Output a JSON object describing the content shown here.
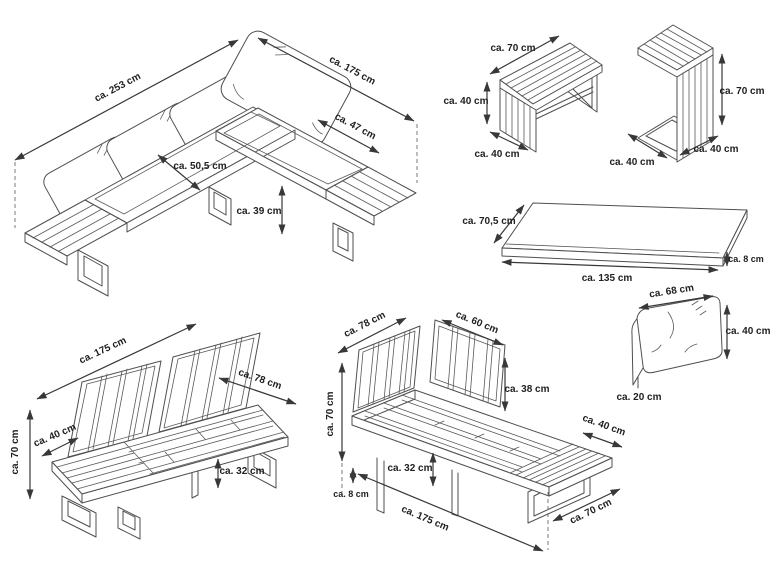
{
  "canvas": {
    "background": "#ffffff",
    "line_color": "#4f4f4f",
    "text_color": "#1f1f1f"
  },
  "items": [
    {
      "id": "corner-lounge-sofa",
      "dims": {
        "left_side_length": "ca. 253 cm",
        "right_side_length": "ca. 175 cm",
        "seat_depth_right": "ca. 47 cm",
        "seat_depth_left": "ca. 50,5 cm",
        "seat_height": "ca. 39 cm"
      }
    },
    {
      "id": "bench-side-table",
      "dims": {
        "length": "ca. 70 cm",
        "height": "ca. 40 cm",
        "depth": "ca. 40 cm"
      }
    },
    {
      "id": "c-shaped-side-table",
      "dims": {
        "height": "ca. 70 cm",
        "depth": "ca. 40 cm",
        "width": "ca. 40 cm"
      }
    },
    {
      "id": "table-top-panel",
      "dims": {
        "depth": "ca. 70,5 cm",
        "length": "ca. 135 cm",
        "thickness": "ca. 8 cm"
      }
    },
    {
      "id": "lounge-frame-straight",
      "dims": {
        "length": "ca. 175 cm",
        "depth": "ca. 78 cm",
        "side_table_depth": "ca. 40 cm",
        "height": "ca. 70 cm",
        "seat_height": "ca. 32 cm"
      }
    },
    {
      "id": "lounge-frame-corner",
      "dims": {
        "back_panel_width": "ca. 78 cm",
        "side_panel_width": "ca. 60 cm",
        "backrest_height": "ca. 38 cm",
        "height": "ca. 70 cm",
        "frame_thickness": "ca. 8 cm",
        "seat_height": "ca. 32 cm",
        "length": "ca. 175 cm",
        "side_table_depth": "ca. 40 cm",
        "side_table_width": "ca. 70 cm"
      }
    },
    {
      "id": "back-cushion",
      "dims": {
        "width": "ca. 68 cm",
        "height": "ca. 40 cm",
        "thickness": "ca. 20 cm"
      }
    }
  ]
}
